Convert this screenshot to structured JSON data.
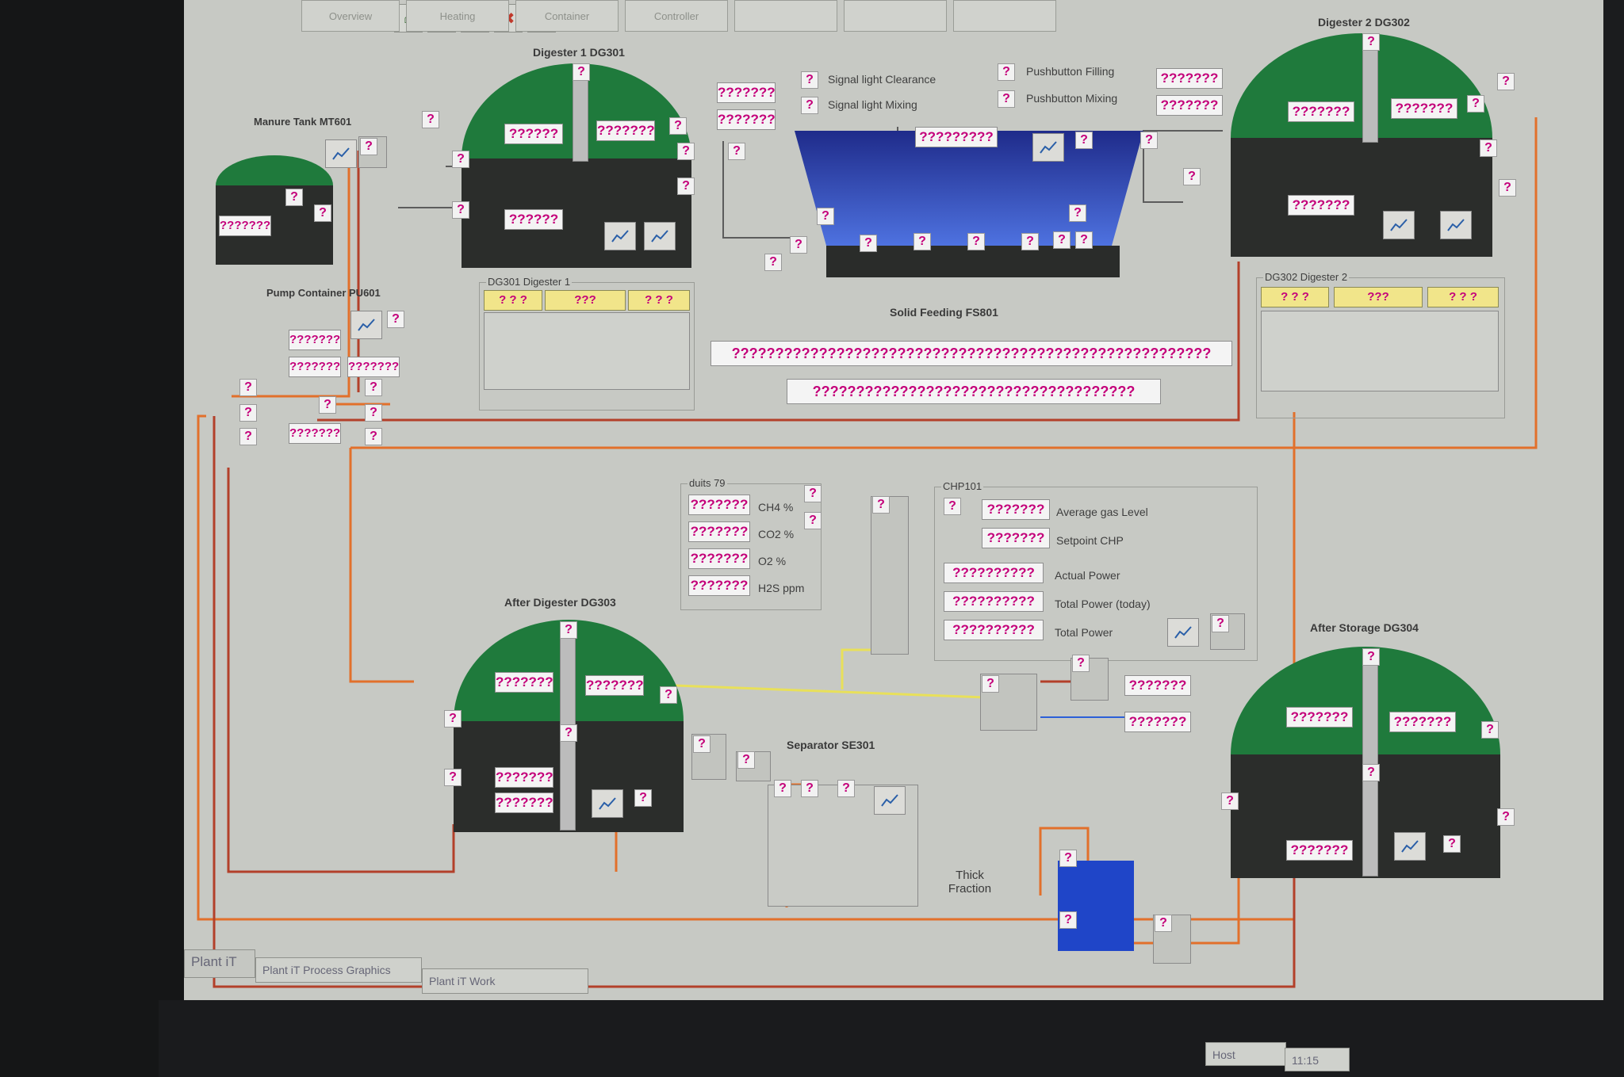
{
  "toolbar": {
    "tabs": [
      "Overview",
      "Heating",
      "Container",
      "Controller"
    ]
  },
  "placeholder_q": "?",
  "v6": "??????",
  "v7": "???????",
  "v9": "?????????",
  "v10": "??????????",
  "v_wide1": "???????????????????????????????????????????????????????",
  "v_wide2": "?????????????????????????????????????",
  "yel_short": "? ? ?",
  "yel_mid": "???",
  "titles": {
    "manure_tank": "Manure Tank MT601",
    "digester1": "Digester 1 DG301",
    "digester2": "Digester 2 DG302",
    "pump_container": "Pump Container PU601",
    "solid_feeding": "Solid Feeding FS801",
    "after_digester": "After Digester DG303",
    "after_storage": "After Storage DG304",
    "separator": "Separator SE301",
    "thick_fraction": "Thick Fraction"
  },
  "groups": {
    "dg301": "DG301 Digester 1",
    "dg302": "DG302 Digester 2",
    "gas": "duits 79",
    "chp": "CHP101"
  },
  "signals": {
    "clearance": "Signal light Clearance",
    "mixing": "Signal light Mixing",
    "push_filling": "Pushbutton Filling",
    "push_mixing": "Pushbutton Mixing"
  },
  "gas_labels": [
    "CH4 %",
    "CO2 %",
    "O2 %",
    "H2S ppm"
  ],
  "chp_labels": [
    "Average gas Level",
    "Setpoint CHP",
    "Actual Power",
    "Total Power (today)",
    "Total Power"
  ],
  "statusbar": {
    "app": "Plant iT",
    "item1": "Plant iT Process Graphics",
    "item2": "Plant iT Work",
    "host": "Host",
    "time": "11:15"
  },
  "colors": {
    "pipe_orange": "#e2702b",
    "pipe_red": "#b3402a",
    "dome_green": "#1f7a3c",
    "tank_blue": "#1f45c8",
    "signal_yellow": "#e8e05a"
  }
}
